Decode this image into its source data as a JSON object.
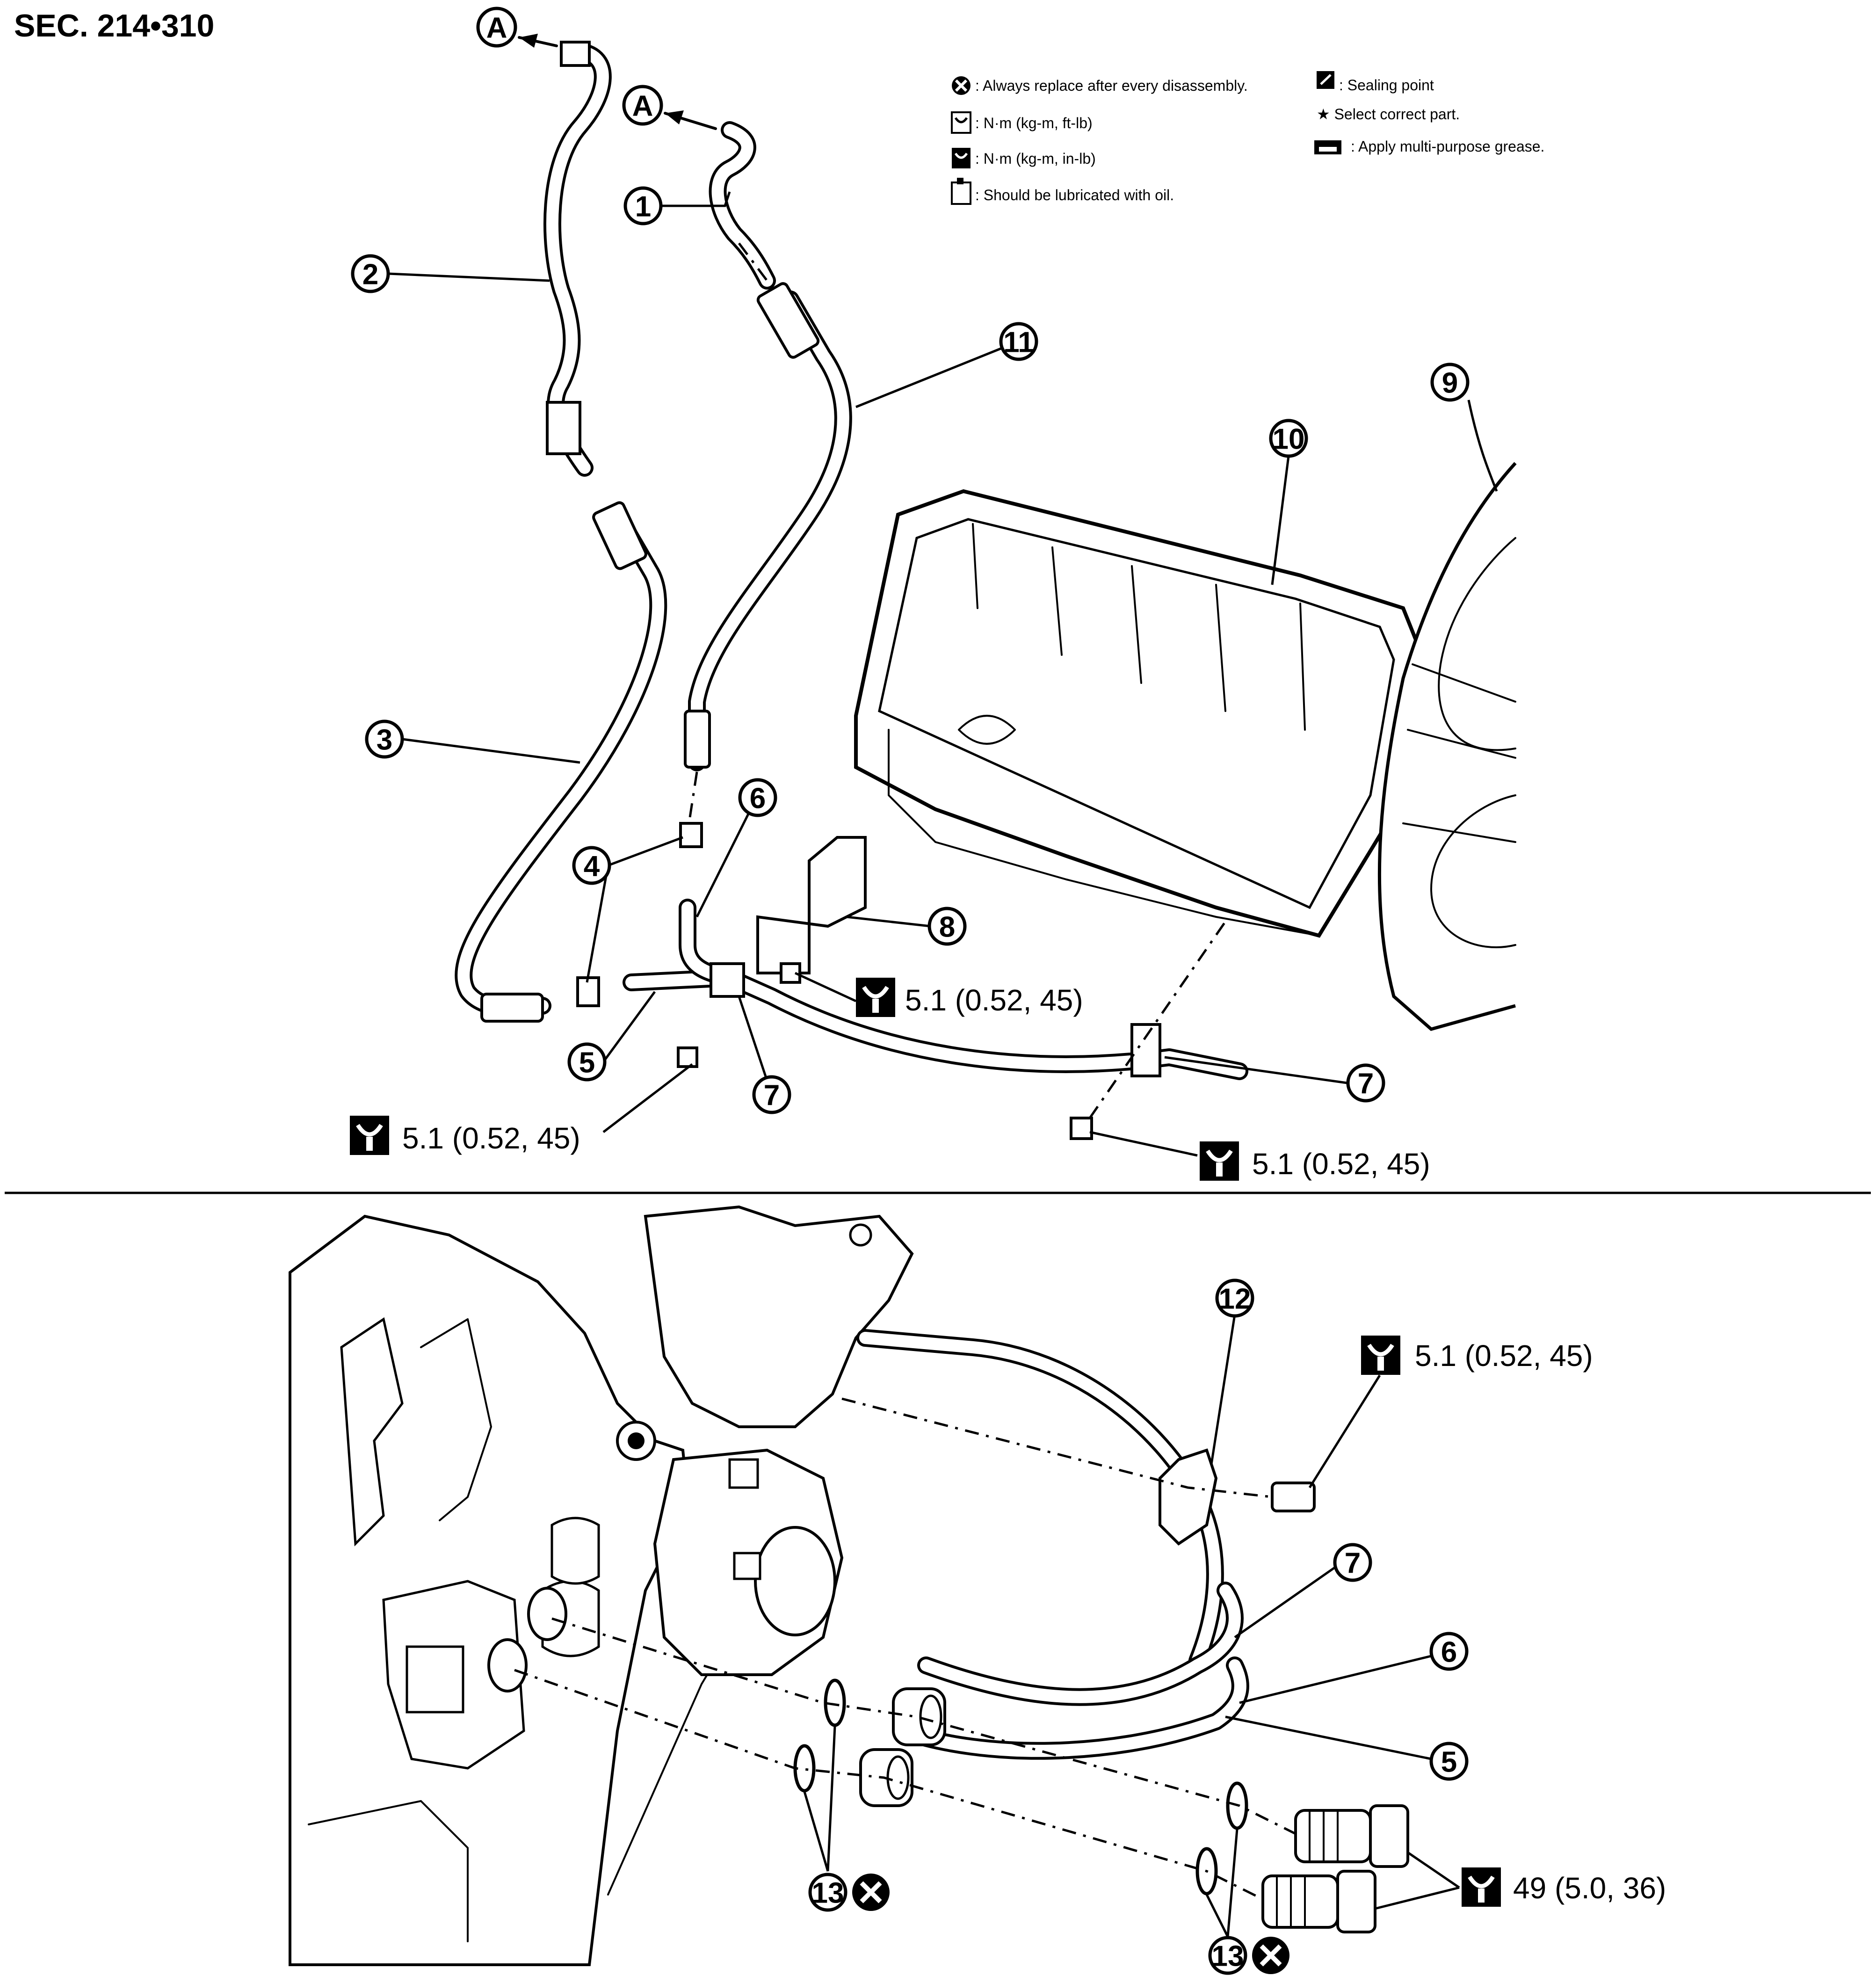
{
  "section_label": "SEC. 214•310",
  "view_marker": "A",
  "legend": {
    "always_replace": ": Always replace after every disassembly.",
    "torque_ft": ": N·m (kg-m, ft-lb)",
    "torque_in": ": N·m (kg-m, in-lb)",
    "lubricate": ": Should be lubricated with oil.",
    "sealing": ": Sealing point",
    "select_part": "★ Select correct part.",
    "grease": ": Apply multi-purpose grease."
  },
  "callouts": {
    "c1": "1",
    "c2": "2",
    "c3": "3",
    "c4": "4",
    "c5": "5",
    "c6": "6",
    "c7": "7",
    "c8": "8",
    "c9": "9",
    "c10": "10",
    "c11": "11",
    "c12": "12",
    "c13": "13"
  },
  "torque": {
    "small": "5.1 (0.52, 45)",
    "large": "49 (5.0, 36)"
  }
}
